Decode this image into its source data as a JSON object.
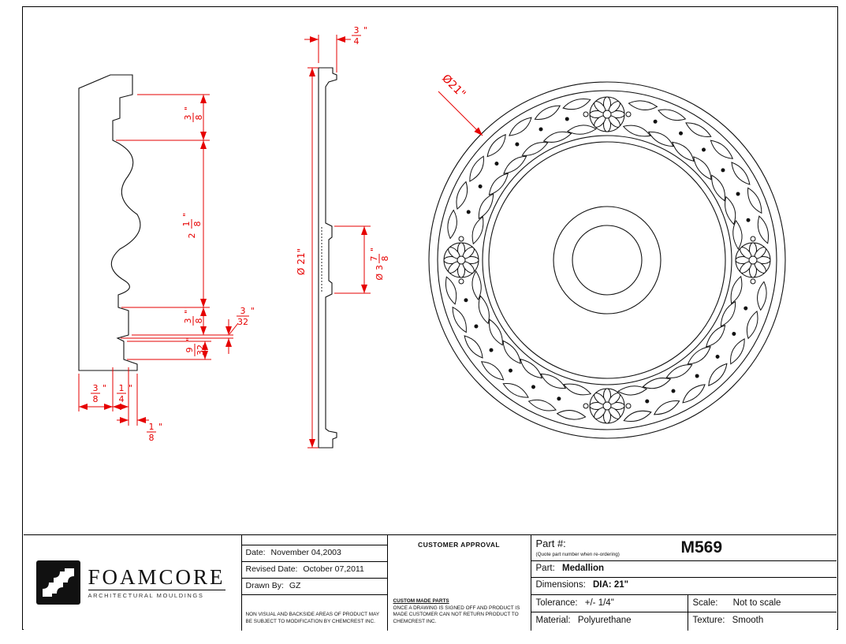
{
  "colors": {
    "dimension_red": "#e60000",
    "line_black": "#111111"
  },
  "logo": {
    "brand": "FOAMCORE",
    "tagline": "ARCHITECTURAL MOULDINGS"
  },
  "title_block": {
    "date_label": "Date:",
    "date_value": "November 04,2003",
    "revised_label": "Revised Date:",
    "revised_value": "October 07,2011",
    "drawn_label": "Drawn By:",
    "drawn_value": "GZ",
    "left_note": "NON VISUAL AND BACKSIDE AREAS OF PRODUCT MAY BE SUBJECT TO MODIFICATION BY CHEMCREST INC.",
    "customer_approval": "CUSTOMER APPROVAL",
    "custom_parts_title": "CUSTOM MADE PARTS",
    "custom_parts_note": "ONCE A DRAWING IS SIGNED OFF AND PRODUCT IS MADE CUSTOMER CAN NOT RETURN PRODUCT TO CHEMCREST INC.",
    "part_no_label": "Part #:",
    "part_no_hint": "(Quote part number when re-ordering)",
    "part_no_value": "M569",
    "part_label": "Part:",
    "part_value": "Medallion",
    "dimensions_label": "Dimensions:",
    "dimensions_value": "DIA: 21\"",
    "tolerance_label": "Tolerance:",
    "tolerance_value": "+/- 1/4\"",
    "scale_label": "Scale:",
    "scale_value": "Not to scale",
    "material_label": "Material:",
    "material_value": "Polyurethane",
    "texture_label": "Texture:",
    "texture_value": "Smooth"
  },
  "dims": {
    "profile_top": {
      "num": "3",
      "den": "8",
      "unit": "\""
    },
    "profile_mid": {
      "whole": "2",
      "num": "1",
      "den": "8",
      "unit": "\""
    },
    "profile_low": {
      "num": "3",
      "den": "8",
      "unit": "\""
    },
    "profile_tiny": {
      "num": "3",
      "den": "32",
      "unit": "\""
    },
    "profile_step": {
      "num": "9",
      "den": "32",
      "unit": "\""
    },
    "thick_a": {
      "num": "3",
      "den": "8",
      "unit": "\""
    },
    "thick_b": {
      "num": "1",
      "den": "4",
      "unit": "\""
    },
    "thick_c": {
      "num": "1",
      "den": "8",
      "unit": "\""
    },
    "side_width": {
      "num": "3",
      "den": "4",
      "unit": "\""
    },
    "side_dia": {
      "prefix": "Ø",
      "whole": "21",
      "unit": "\""
    },
    "hub_dia": {
      "prefix": "Ø",
      "whole": "3",
      "num": "7",
      "den": "8",
      "unit": "\""
    },
    "front_dia": {
      "prefix": "Ø",
      "whole": "21",
      "unit": "\""
    }
  }
}
